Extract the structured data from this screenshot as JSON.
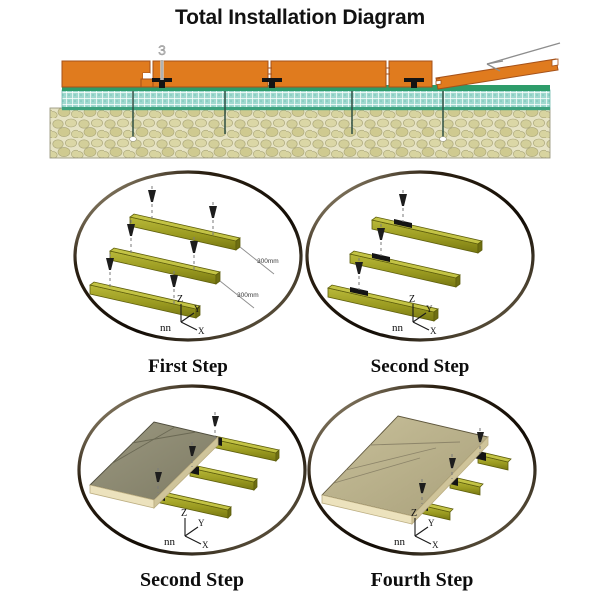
{
  "title": "Total Installation Diagram",
  "cross_section": {
    "callout_label": "3",
    "direction_arrow": "install-direction-arrow",
    "layers": [
      {
        "name": "decking-plank",
        "color": "#e07b1e"
      },
      {
        "name": "clip-fastener",
        "color": "#141414"
      },
      {
        "name": "joist-batten",
        "color": "#1e8a5a"
      },
      {
        "name": "underlayment-membrane",
        "color": "#9fd9cf"
      },
      {
        "name": "concrete-subfloor",
        "color": "#d9d6ae"
      }
    ],
    "plank_count": 4,
    "tilted_plank": true,
    "clip_count": 3
  },
  "axis_indicator": {
    "z": "Z",
    "y": "Y",
    "x": "X",
    "origin": "nn"
  },
  "dimensions": {
    "spacing_upper": "300mm",
    "spacing_lower": "300mm"
  },
  "colors": {
    "plank_orange": "#e07b1e",
    "joist_olive": "#9a9a20",
    "joist_olive_dark": "#6e6e12",
    "joist_olive_light": "#c3c345",
    "board_top": "#8d8a70",
    "board_top_light": "#bdb68c",
    "board_edge_cream": "#ece2bd",
    "membrane_teal": "#9fd9cf",
    "subfloor_khaki": "#d9d6ae",
    "ring_dark": "#1a1209",
    "ring_light": "#b5a98c",
    "clip_black": "#141414"
  },
  "steps": [
    {
      "id": "first-step",
      "caption": "First Step",
      "joists": 3,
      "screws": 6,
      "clips_installed": false,
      "boards": 0,
      "show_dimensions": true
    },
    {
      "id": "second-step",
      "caption": "Second Step",
      "joists": 3,
      "screws": 3,
      "clips_installed": true,
      "boards": 0,
      "show_dimensions": false
    },
    {
      "id": "third-step",
      "caption": "Second Step",
      "joists": 3,
      "screws": 3,
      "clips_installed": true,
      "boards": 3,
      "show_dimensions": false
    },
    {
      "id": "fourth-step",
      "caption": "Fourth Step",
      "joists": 3,
      "screws": 3,
      "clips_installed": true,
      "boards": 4,
      "show_dimensions": false
    }
  ]
}
